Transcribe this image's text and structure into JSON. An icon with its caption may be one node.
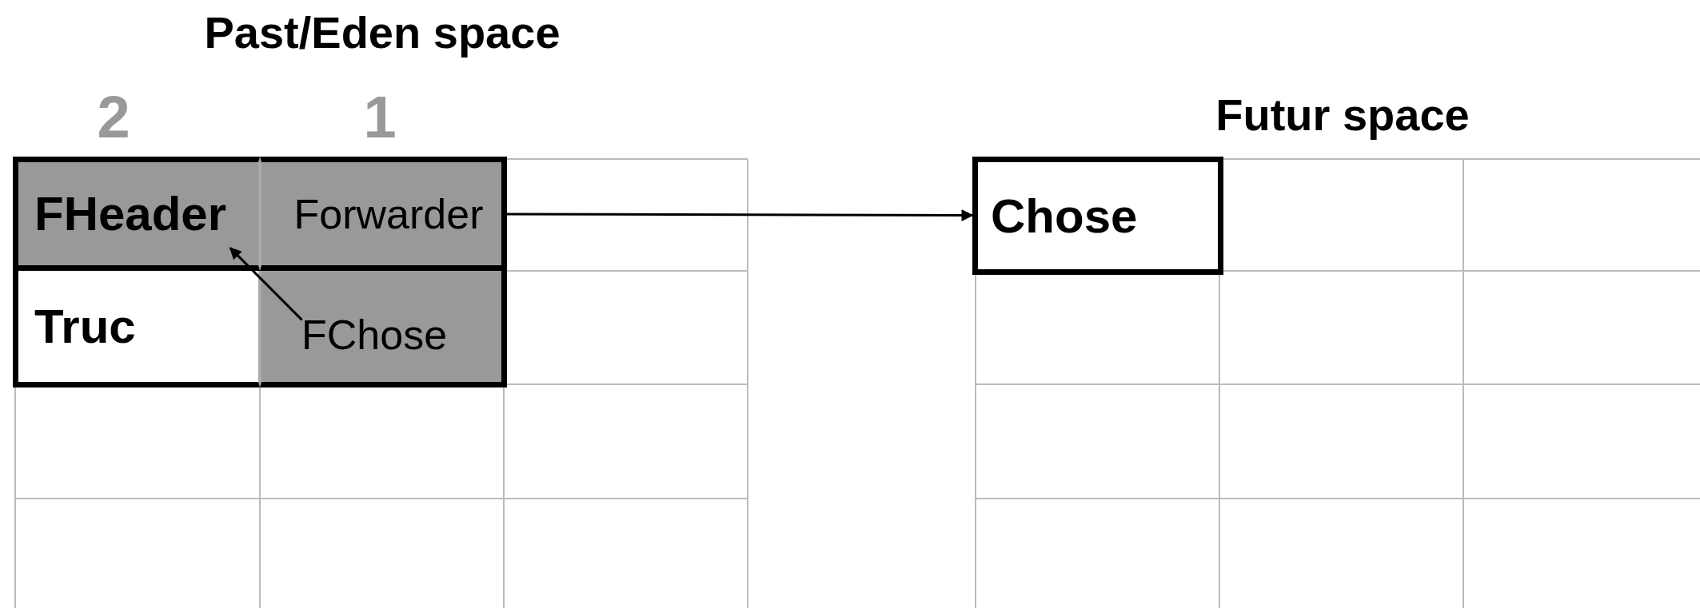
{
  "diagram": {
    "nodes": [
      {
        "text": [
          "FHeader"
        ]
      },
      {
        "text": [
          "Forwarder"
        ]
      },
      {
        "text": [
          "Truc"
        ]
      },
      {
        "text": [
          "FChose"
        ]
      },
      {
        "text": [
          "Chose"
        ]
      }
    ],
    "edges": [
      {
        "from": 1,
        "to": 4,
        "arrow": "to"
      },
      {
        "from": 3,
        "to": 0,
        "arrow": "to"
      }
    ],
    "labels": [
      "Past/Eden space",
      "2",
      "1",
      "Futur space"
    ]
  }
}
